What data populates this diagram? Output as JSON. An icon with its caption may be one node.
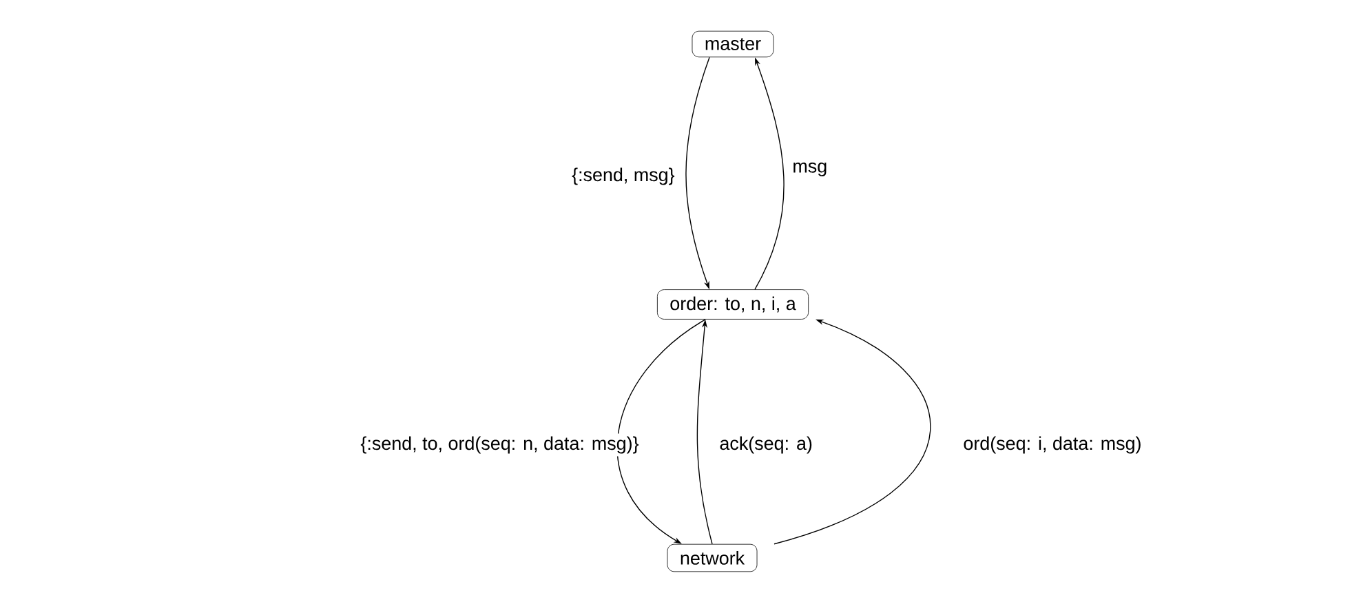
{
  "diagram": {
    "nodes": [
      {
        "text": [
          "master"
        ]
      },
      {
        "text": [
          "order: to, n, i, a"
        ]
      },
      {
        "text": [
          "network"
        ]
      }
    ],
    "edges": [
      {
        "from": 0,
        "to": 1,
        "arrow": "to",
        "label": "{:send, msg}"
      },
      {
        "from": 1,
        "to": 0,
        "arrow": "to",
        "label": "msg"
      },
      {
        "from": 1,
        "to": 2,
        "arrow": "to",
        "label": "{:send, to, ord(seq: n, data: msg)}"
      },
      {
        "from": 2,
        "to": 1,
        "arrow": "to",
        "label": "ack(seq: a)"
      },
      {
        "from": 2,
        "to": 1,
        "arrow": "to",
        "label": "ord(seq: i, data: msg)"
      }
    ]
  }
}
